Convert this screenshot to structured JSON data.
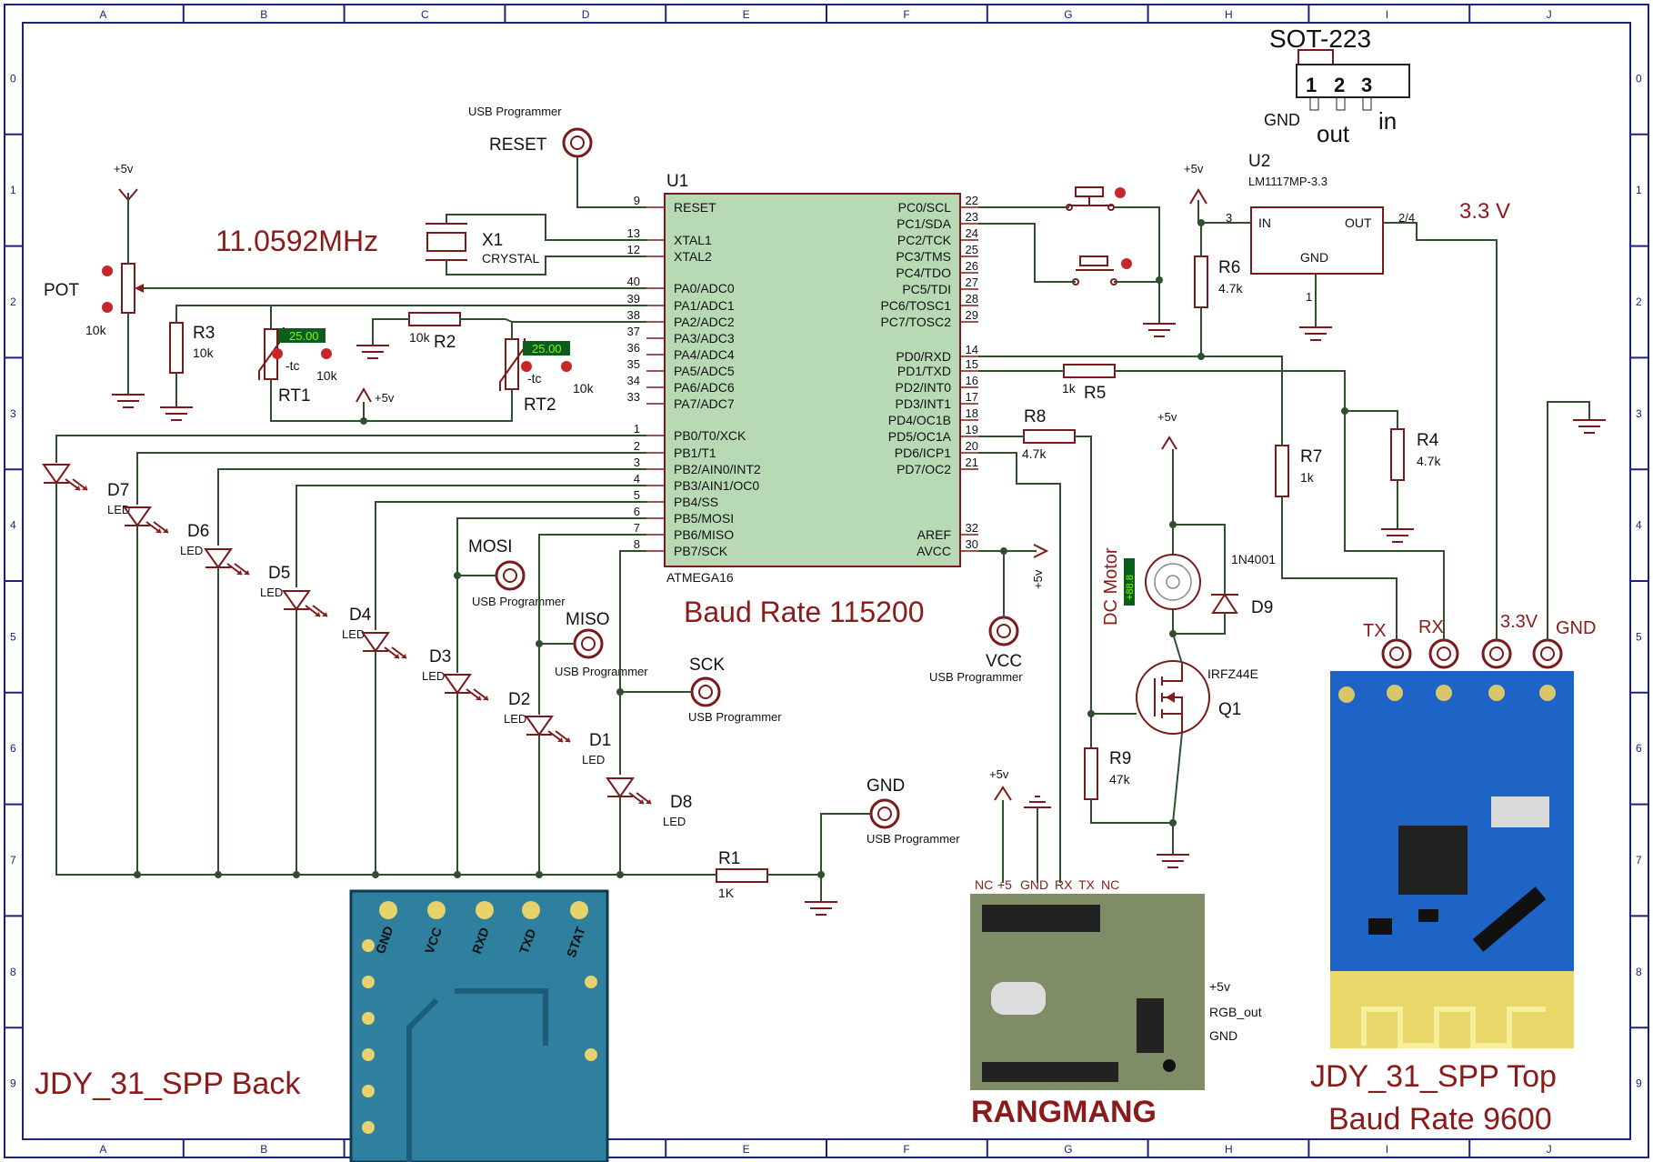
{
  "frame": {
    "cols": [
      "A",
      "B",
      "C",
      "D",
      "E",
      "F",
      "G",
      "H",
      "I",
      "J"
    ],
    "rows": [
      "0",
      "1",
      "2",
      "3",
      "4",
      "5",
      "6",
      "7",
      "8",
      "9"
    ]
  },
  "mcu": {
    "ref": "U1",
    "part": "ATMEGA16",
    "left_pins": [
      {
        "num": "9",
        "name": "RESET"
      },
      {
        "num": "13",
        "name": "XTAL1"
      },
      {
        "num": "12",
        "name": "XTAL2"
      },
      {
        "num": "40",
        "name": "PA0/ADC0"
      },
      {
        "num": "39",
        "name": "PA1/ADC1"
      },
      {
        "num": "38",
        "name": "PA2/ADC2"
      },
      {
        "num": "37",
        "name": "PA3/ADC3"
      },
      {
        "num": "36",
        "name": "PA4/ADC4"
      },
      {
        "num": "35",
        "name": "PA5/ADC5"
      },
      {
        "num": "34",
        "name": "PA6/ADC6"
      },
      {
        "num": "33",
        "name": "PA7/ADC7"
      },
      {
        "num": "1",
        "name": "PB0/T0/XCK"
      },
      {
        "num": "2",
        "name": "PB1/T1"
      },
      {
        "num": "3",
        "name": "PB2/AIN0/INT2"
      },
      {
        "num": "4",
        "name": "PB3/AIN1/OC0"
      },
      {
        "num": "5",
        "name": "PB4/SS"
      },
      {
        "num": "6",
        "name": "PB5/MOSI"
      },
      {
        "num": "7",
        "name": "PB6/MISO"
      },
      {
        "num": "8",
        "name": "PB7/SCK"
      }
    ],
    "right_pins": [
      {
        "num": "22",
        "name": "PC0/SCL"
      },
      {
        "num": "23",
        "name": "PC1/SDA"
      },
      {
        "num": "24",
        "name": "PC2/TCK"
      },
      {
        "num": "25",
        "name": "PC3/TMS"
      },
      {
        "num": "26",
        "name": "PC4/TDO"
      },
      {
        "num": "27",
        "name": "PC5/TDI"
      },
      {
        "num": "28",
        "name": "PC6/TOSC1"
      },
      {
        "num": "29",
        "name": "PC7/TOSC2"
      },
      {
        "num": "14",
        "name": "PD0/RXD"
      },
      {
        "num": "15",
        "name": "PD1/TXD"
      },
      {
        "num": "16",
        "name": "PD2/INT0"
      },
      {
        "num": "17",
        "name": "PD3/INT1"
      },
      {
        "num": "18",
        "name": "PD4/OC1B"
      },
      {
        "num": "19",
        "name": "PD5/OC1A"
      },
      {
        "num": "20",
        "name": "PD6/ICP1"
      },
      {
        "num": "21",
        "name": "PD7/OC2"
      },
      {
        "num": "32",
        "name": "AREF"
      },
      {
        "num": "30",
        "name": "AVCC"
      }
    ]
  },
  "crystal": {
    "ref": "X1",
    "part": "CRYSTAL",
    "freq": "11.0592MHz"
  },
  "pot": {
    "ref": "POT",
    "value": "10k",
    "supply": "+5v"
  },
  "resistors": {
    "r1": {
      "ref": "R1",
      "value": "1K"
    },
    "r2": {
      "ref": "R2",
      "value": "10k"
    },
    "r3": {
      "ref": "R3",
      "value": "10k"
    },
    "r4": {
      "ref": "R4",
      "value": "4.7k"
    },
    "r5": {
      "ref": "R5",
      "value": "1k"
    },
    "r6": {
      "ref": "R6",
      "value": "4.7k"
    },
    "r7": {
      "ref": "R7",
      "value": "1k"
    },
    "r8": {
      "ref": "R8",
      "value": "4.7k"
    },
    "r9": {
      "ref": "R9",
      "value": "47k"
    }
  },
  "thermistors": {
    "rt1": {
      "ref": "RT1",
      "value": "10k",
      "reading": "25.00",
      "tc": "-tc"
    },
    "rt2": {
      "ref": "RT2",
      "value": "10k",
      "reading": "25.00",
      "tc": "-tc"
    }
  },
  "leds": [
    {
      "ref": "D7",
      "type": "LED"
    },
    {
      "ref": "D6",
      "type": "LED"
    },
    {
      "ref": "D5",
      "type": "LED"
    },
    {
      "ref": "D4",
      "type": "LED"
    },
    {
      "ref": "D3",
      "type": "LED"
    },
    {
      "ref": "D2",
      "type": "LED"
    },
    {
      "ref": "D1",
      "type": "LED"
    },
    {
      "ref": "D8",
      "type": "LED"
    }
  ],
  "programmer": {
    "caption": "USB Programmer",
    "reset": "RESET",
    "mosi": "MOSI",
    "miso": "MISO",
    "sck": "SCK",
    "vcc": "VCC",
    "gnd": "GND"
  },
  "supply": {
    "p5v": "+5v"
  },
  "regulator": {
    "ref": "U2",
    "part": "LM1117MP-3.3",
    "in": "IN",
    "out": "OUT",
    "gnd": "GND",
    "pin_in": "3",
    "pin_out": "2/4",
    "pin_gnd": "1",
    "output": "3.3 V"
  },
  "sot": {
    "title": "SOT-223",
    "p1": "1",
    "p2": "2",
    "p3": "3",
    "gnd": "GND",
    "out": "out",
    "in": "in"
  },
  "motor": {
    "label": "DC Motor",
    "display": "+88.8"
  },
  "diode9": {
    "ref": "D9",
    "part": "1N4001"
  },
  "mosfet": {
    "ref": "Q1",
    "part": "IRFZ44E"
  },
  "baud_main": "Baud Rate 115200",
  "jdy_top_pins": {
    "tx": "TX",
    "rx": "RX",
    "v33": "3.3V",
    "gnd": "GND"
  },
  "jdy_back": {
    "caption": "JDY_31_SPP Back",
    "pins": [
      "GND",
      "VCC",
      "RXD",
      "TXD",
      "STAT"
    ]
  },
  "jdy_top": {
    "caption_line1": "JDY_31_SPP Top",
    "caption_line2": "Baud Rate 9600"
  },
  "rangmang": {
    "title": "RANGMANG",
    "header_pins": [
      "NC",
      "+5",
      "GND",
      "RX",
      "TX",
      "NC"
    ],
    "side_labels": [
      "+5v",
      "RGB_out",
      "GND"
    ]
  },
  "colors": {
    "wire": "#2f4f2f",
    "component": "#7a1a1a",
    "chip_fill": "#b7d9b4",
    "frame": "#1a237e",
    "label_red": "#8b1a1a",
    "board_blue": "#1565c0"
  }
}
